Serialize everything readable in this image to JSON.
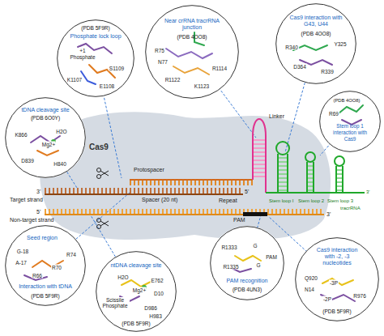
{
  "diagram": {
    "nodes": [
      {
        "text": [
          "(PDB 5F9R)",
          "Phosphate lock loop",
          "+1",
          "Phosphate",
          "K1107",
          "E1108",
          "S1109"
        ]
      },
      {
        "text": [
          "Near crRNA tracrRNA junction",
          "(PDB 4OO8)",
          "R75",
          "N77",
          "R1122",
          "K1123",
          "R1114"
        ]
      },
      {
        "text": [
          "Cas9 interaction with G43, U44",
          "(PDB 4OO8)",
          "R340",
          "Y325",
          "D364",
          "R339"
        ]
      },
      {
        "text": [
          "(PDB 4OO8)",
          "R69",
          "Stem loop 1 interaction with Cas9"
        ]
      },
      {
        "text": [
          "tDNA cleavage site",
          "(PDB 6O0Y)",
          "K866",
          "H2O",
          "Mg2+",
          "D839",
          "H840"
        ]
      },
      {
        "text": [
          "Seed region",
          "G-18",
          "A-17",
          "R66",
          "R70",
          "R74",
          "Interaction with tDNA",
          "(PDB 5F9R)"
        ]
      },
      {
        "text": [
          "ntDNA cleavage site",
          "H2O",
          "E762",
          "Mg2+",
          "D10",
          "Scissile Phosphate",
          "D986",
          "H983",
          "(PDB 5F9R)"
        ]
      },
      {
        "text": [
          "R1333",
          "G",
          "R1335",
          "G",
          "PAM",
          "PAM recognition",
          "(PDB 4UN3)"
        ]
      },
      {
        "text": [
          "Cas9 interaction with -2, -3 nucleotides",
          "Q920",
          "N14",
          "-3P",
          "-2P",
          "R976",
          "(PDB 5F9R)"
        ]
      }
    ],
    "labels": [
      "Cas9",
      "Linker",
      "Protospacer",
      "Target strand",
      "Non-target strand",
      "3'",
      "5'",
      "5'",
      "3'",
      "Spacer (20 nt)",
      "Repeat",
      "PAM",
      "Stem loop I",
      "Stem loop 2",
      "Stem loop 3",
      "tracrRNA",
      "3'"
    ]
  }
}
